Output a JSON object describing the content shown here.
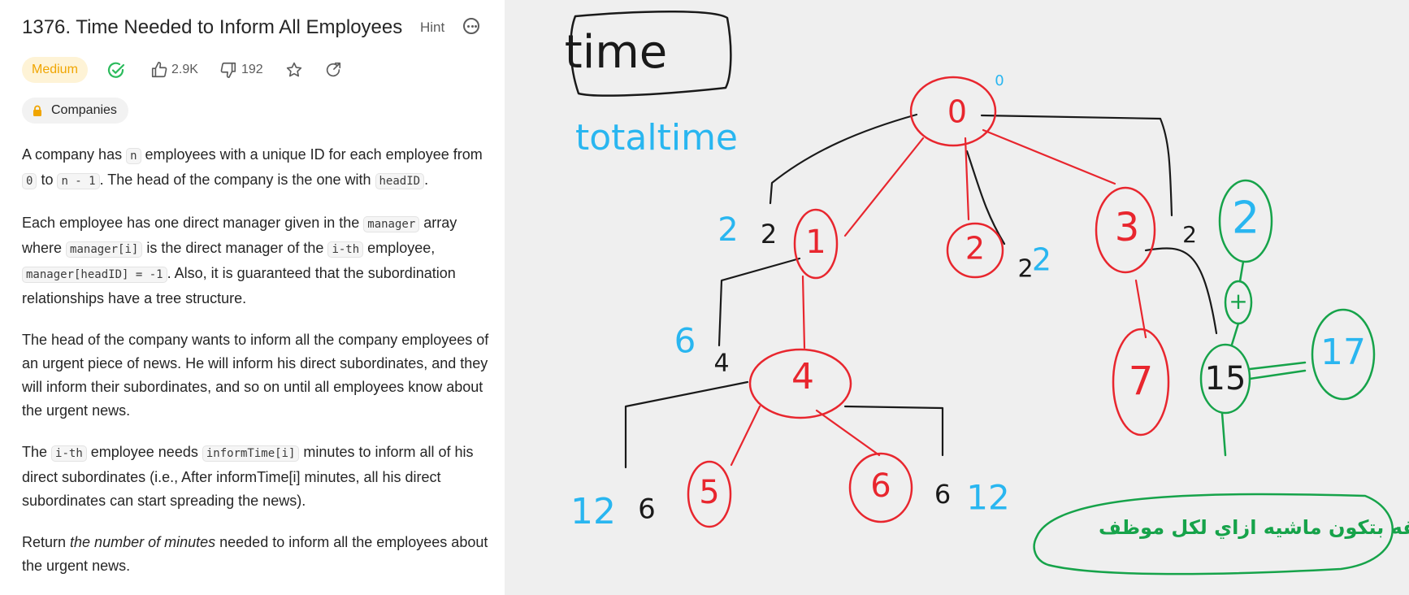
{
  "problem": {
    "title": "1376. Time Needed to Inform All Employees",
    "hint_label": "Hint",
    "difficulty": "Medium",
    "likes": "2.9K",
    "dislikes": "192",
    "companies_label": "Companies"
  },
  "description": {
    "p1": {
      "t1": "A company has ",
      "c1": "n",
      "t2": " employees with a unique ID for each employee from ",
      "c2": "0",
      "t3": " to ",
      "c3": "n - 1",
      "t4": ". The head of the company is the one with ",
      "c4": "headID",
      "t5": "."
    },
    "p2": {
      "t1": "Each employee has one direct manager given in the ",
      "c1": "manager",
      "t2": " array where ",
      "c2": "manager[i]",
      "t3": " is the direct manager of the ",
      "c3": "i-th",
      "t4": " employee, ",
      "c4": "manager[headID] = -1",
      "t5": ". Also, it is guaranteed that the subordination relationships have a tree structure."
    },
    "p3": "The head of the company wants to inform all the company employees of an urgent piece of news. He will inform his direct subordinates, and they will inform their subordinates, and so on until all employees know about the urgent news.",
    "p4": {
      "t1": "The ",
      "c1": "i-th",
      "t2": " employee needs ",
      "c2": "informTime[i]",
      "t3": " minutes to inform all of his direct subordinates (i.e., After informTime[i] minutes, all his direct subordinates can start spreading the news)."
    },
    "p5": {
      "t1": "Return ",
      "em": "the number of minutes",
      "t2": " needed to inform all the employees about the urgent news."
    }
  },
  "whiteboard": {
    "time_label": "time",
    "total_time_label": "totaltime",
    "nodes": [
      "0",
      "1",
      "2",
      "3",
      "4",
      "5",
      "6",
      "7"
    ],
    "edge_times_black": [
      "2",
      "2",
      "2",
      "4",
      "6",
      "6"
    ],
    "accumulated_blue": [
      "2",
      "2",
      "6",
      "12",
      "12"
    ],
    "root_time": "0",
    "sum_example": {
      "a": "2",
      "op": "+",
      "b": "15",
      "result": "17"
    },
    "arabic_note": "الطريقه بتكون ماشيه ازاي لكل موظف",
    "colors": {
      "red": "#e8262e",
      "black": "#1a1a1a",
      "blue": "#29b6f0",
      "green": "#16a34a"
    }
  }
}
